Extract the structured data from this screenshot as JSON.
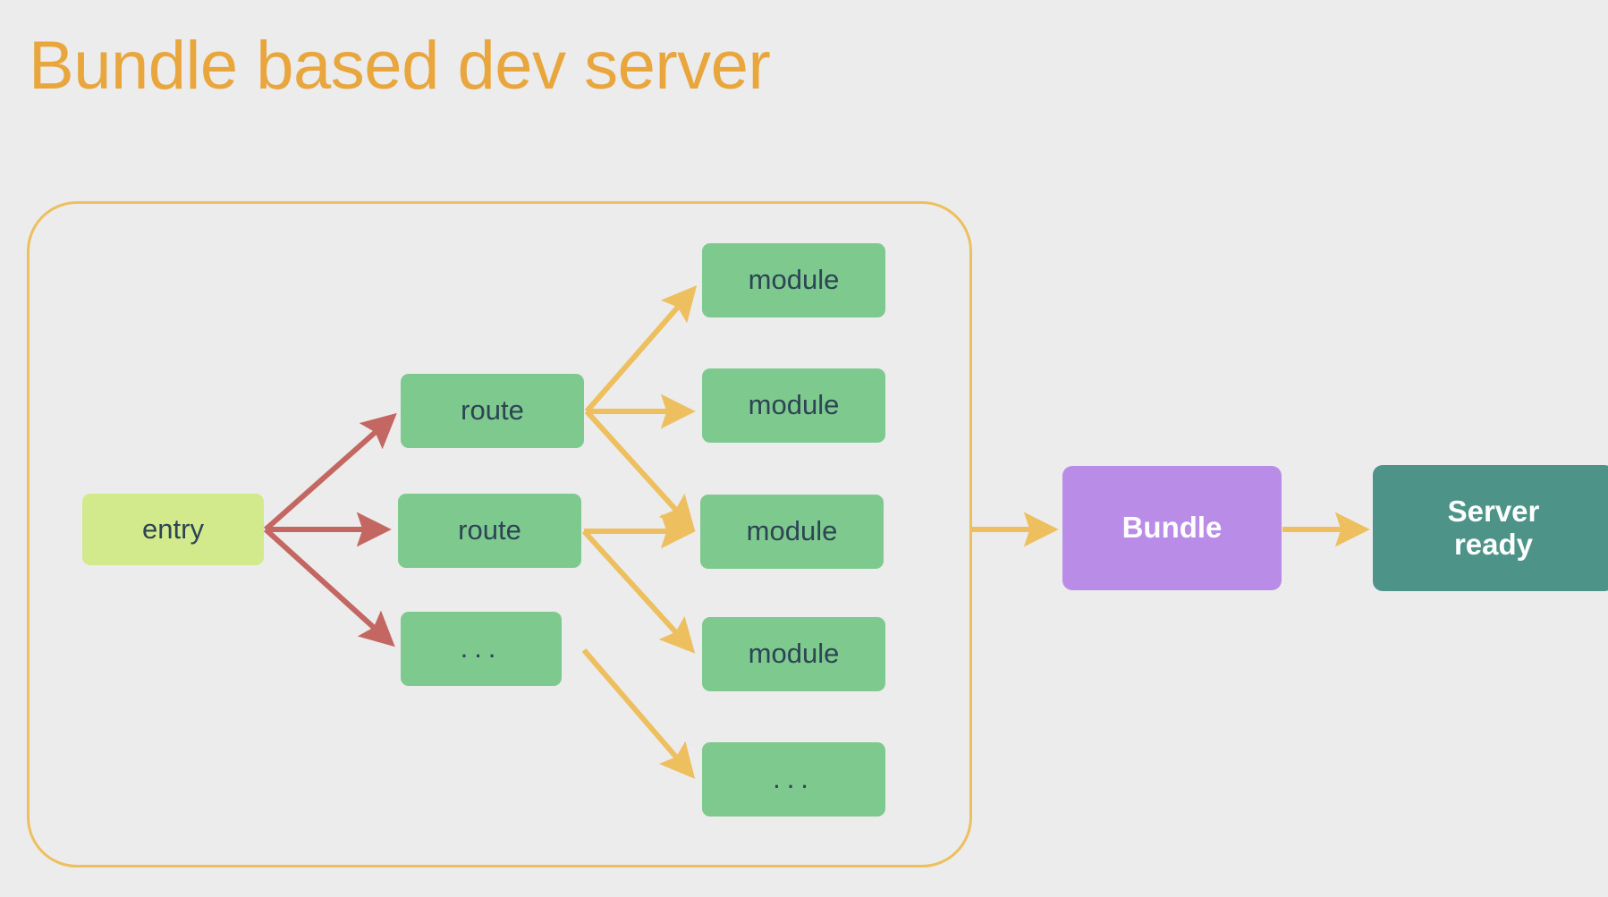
{
  "page": {
    "title": "Bundle based dev server",
    "background_color": "#ECECEC",
    "title_color": "#E8A63D"
  },
  "colors": {
    "entry_fill": "#D2EA8C",
    "node_fill": "#7DC98E",
    "bundle_fill": "#B98CE8",
    "server_fill": "#4D9387",
    "group_border": "#EDBF5E",
    "arrow_red": "#C46662",
    "arrow_amber": "#EDBF5E",
    "node_text": "#2C4454",
    "inverse_text": "#FFFFFF"
  },
  "diagram": {
    "group_label": "bundling-group",
    "entry": {
      "label": "entry"
    },
    "routes": [
      {
        "label": "route"
      },
      {
        "label": "route"
      },
      {
        "label": "..."
      }
    ],
    "modules": [
      {
        "label": "module"
      },
      {
        "label": "module"
      },
      {
        "label": "module"
      },
      {
        "label": "module"
      },
      {
        "label": "..."
      }
    ],
    "bundle": {
      "label": "Bundle"
    },
    "server": {
      "label_line1": "Server",
      "label_line2": "ready"
    }
  }
}
